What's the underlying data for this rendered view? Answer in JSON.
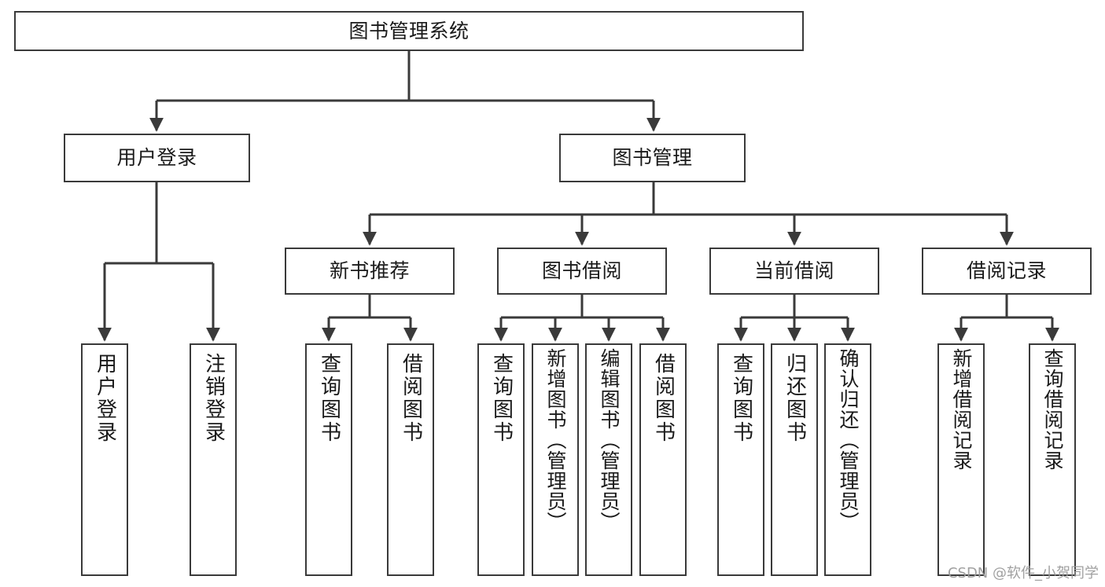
{
  "diagram": {
    "title": "图书管理系统",
    "type": "hierarchy-tree",
    "root": {
      "id": "root",
      "label": "图书管理系统"
    },
    "level2": [
      {
        "id": "user-login",
        "label": "用户登录"
      },
      {
        "id": "book-manage",
        "label": "图书管理"
      }
    ],
    "level3": [
      {
        "id": "new-book-rec",
        "label": "新书推荐",
        "parent": "book-manage"
      },
      {
        "id": "book-borrow",
        "label": "图书借阅",
        "parent": "book-manage"
      },
      {
        "id": "current-borrow",
        "label": "当前借阅",
        "parent": "book-manage"
      },
      {
        "id": "borrow-record",
        "label": "借阅记录",
        "parent": "book-manage"
      }
    ],
    "leaves": [
      {
        "id": "leaf-user-login",
        "label": "用户登录",
        "parent": "user-login"
      },
      {
        "id": "leaf-user-logout",
        "label": "注销登录",
        "parent": "user-login"
      },
      {
        "id": "leaf-query-book-1",
        "label": "查询图书",
        "parent": "new-book-rec"
      },
      {
        "id": "leaf-borrow-book-1",
        "label": "借阅图书",
        "parent": "new-book-rec"
      },
      {
        "id": "leaf-query-book-2",
        "label": "查询图书",
        "parent": "book-borrow"
      },
      {
        "id": "leaf-add-book",
        "label": "新增图书（管理员）",
        "parent": "book-borrow"
      },
      {
        "id": "leaf-edit-book",
        "label": "编辑图书（管理员）",
        "parent": "book-borrow"
      },
      {
        "id": "leaf-borrow-book-2",
        "label": "借阅图书",
        "parent": "book-borrow"
      },
      {
        "id": "leaf-query-book-3",
        "label": "查询图书",
        "parent": "current-borrow"
      },
      {
        "id": "leaf-return-book",
        "label": "归还图书",
        "parent": "current-borrow"
      },
      {
        "id": "leaf-confirm-return",
        "label": "确认归还（管理员）",
        "parent": "current-borrow"
      },
      {
        "id": "leaf-add-record",
        "label": "新增借阅记录",
        "parent": "borrow-record"
      },
      {
        "id": "leaf-query-record",
        "label": "查询借阅记录",
        "parent": "borrow-record"
      }
    ],
    "colors": {
      "stroke": "#3a3a3a",
      "fill": "#ffffff",
      "text": "#1a1a1a",
      "watermark": "#9b9b9b"
    }
  },
  "watermark": {
    "text": "CSDN @软件_小贺同学"
  }
}
